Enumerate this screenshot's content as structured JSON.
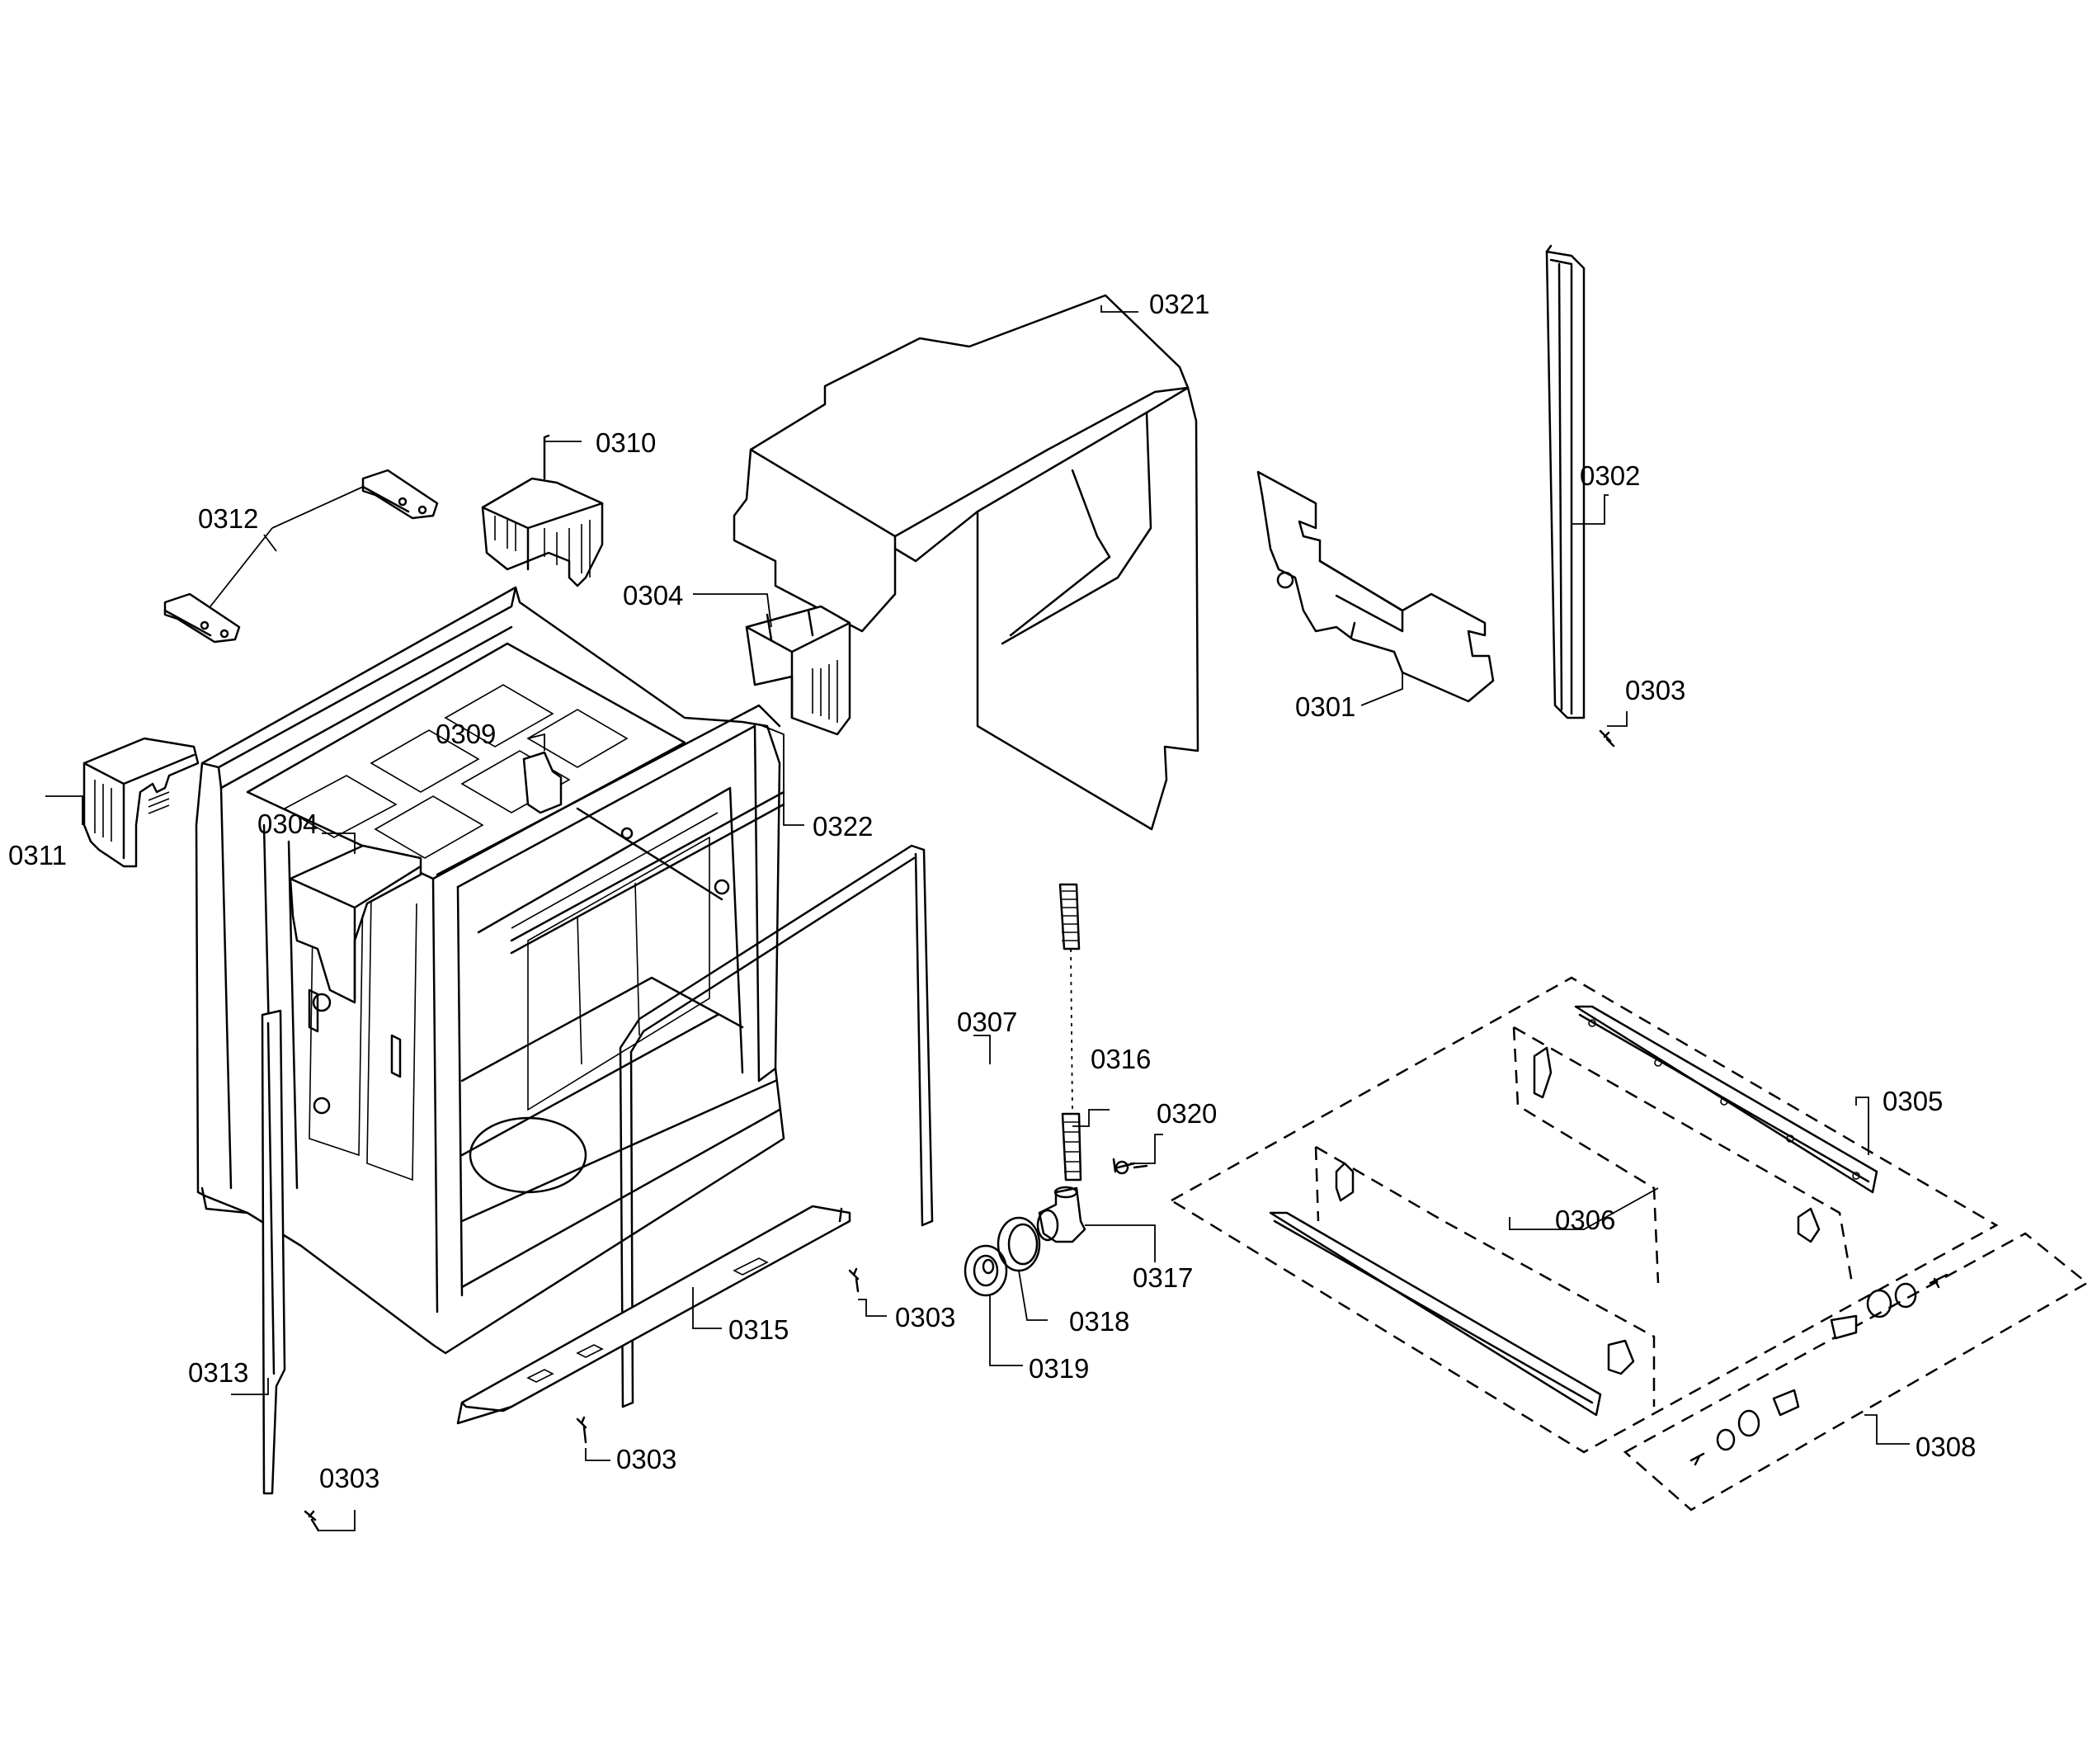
{
  "diagram": {
    "callouts": [
      {
        "id": "c0321",
        "label": "0321"
      },
      {
        "id": "c0310",
        "label": "0310"
      },
      {
        "id": "c0312",
        "label": "0312"
      },
      {
        "id": "c0302",
        "label": "0302"
      },
      {
        "id": "c0304a",
        "label": "0304"
      },
      {
        "id": "c0303a",
        "label": "0303"
      },
      {
        "id": "c0301",
        "label": "0301"
      },
      {
        "id": "c0309",
        "label": "0309"
      },
      {
        "id": "c0322",
        "label": "0322"
      },
      {
        "id": "c0311",
        "label": "0311"
      },
      {
        "id": "c0304b",
        "label": "0304"
      },
      {
        "id": "c0307",
        "label": "0307"
      },
      {
        "id": "c0316",
        "label": "0316"
      },
      {
        "id": "c0320",
        "label": "0320"
      },
      {
        "id": "c0305",
        "label": "0305"
      },
      {
        "id": "c0306",
        "label": "0306"
      },
      {
        "id": "c0317",
        "label": "0317"
      },
      {
        "id": "c0303b",
        "label": "0303"
      },
      {
        "id": "c0318",
        "label": "0318"
      },
      {
        "id": "c0315",
        "label": "0315"
      },
      {
        "id": "c0319",
        "label": "0319"
      },
      {
        "id": "c0313",
        "label": "0313"
      },
      {
        "id": "c0308",
        "label": "0308"
      },
      {
        "id": "c0303c",
        "label": "0303"
      },
      {
        "id": "c0303d",
        "label": "0303"
      }
    ]
  }
}
